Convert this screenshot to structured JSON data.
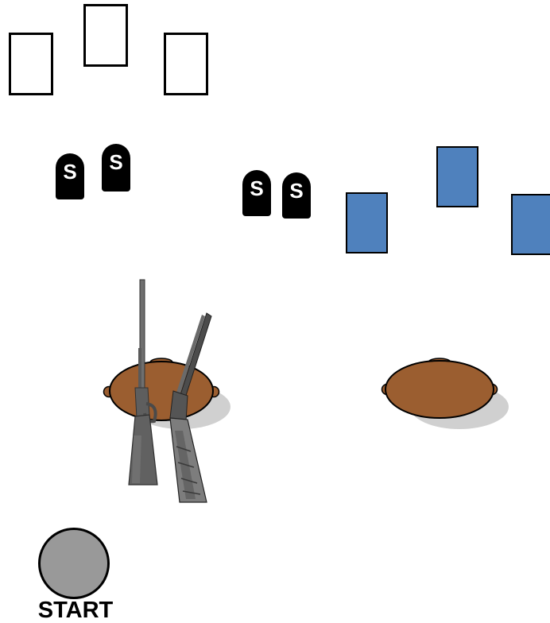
{
  "colors": {
    "background": "#ffffff",
    "blue_target": "#4f81bd",
    "steel_target": "#000000",
    "barrel_wood": "#9b5e30",
    "start_circle": "#999999"
  },
  "steel_targets": [
    {
      "label": "S"
    },
    {
      "label": "S"
    },
    {
      "label": "S"
    },
    {
      "label": "S"
    }
  ],
  "start": {
    "label": "START"
  },
  "icons": [
    "rifle-icon",
    "shotgun-icon",
    "barrel-icon"
  ]
}
